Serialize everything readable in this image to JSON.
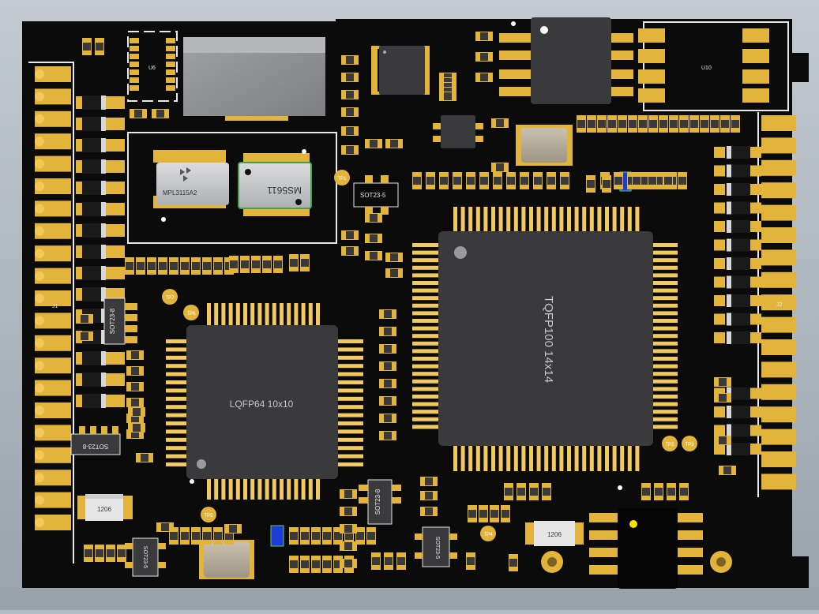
{
  "board": {
    "colors": {
      "background": "#b4bcc4",
      "solder_mask": "#0b0b0b",
      "copper_pad": "#e2b43c",
      "silkscreen": "#e8e8e8",
      "ic_body": "#3a3a3c",
      "sensor_body": "#c9c9cb",
      "marker_yellow": "#f5e400"
    },
    "labels": {
      "u6": "U6",
      "u10": "U10",
      "j1": "J1",
      "j2": "J2",
      "mpl3115a2": "MPL3115A2",
      "ms5611": "MS5611",
      "tqfp100": "TQFP100 14x14",
      "lqfp64": "LQFP64 10x10",
      "sot23_5_top": "SOT23-5",
      "sot23_5_bottom_left": "SOT23-5",
      "sot23_5_bottom_right": "SOT23-5",
      "sot23_8_left": "SOT23-8",
      "sot23_8_lower_left": "SOT23-8",
      "sot23_8_bottom": "SOT23-8",
      "r1206_left": "1206",
      "r1206_right": "1206",
      "tp1": "TP1",
      "tp2": "TP2",
      "tp3": "TP3",
      "tp4": "TP4",
      "tp5": "TP5",
      "tp6": "TP6",
      "tp7": "TP7"
    }
  }
}
